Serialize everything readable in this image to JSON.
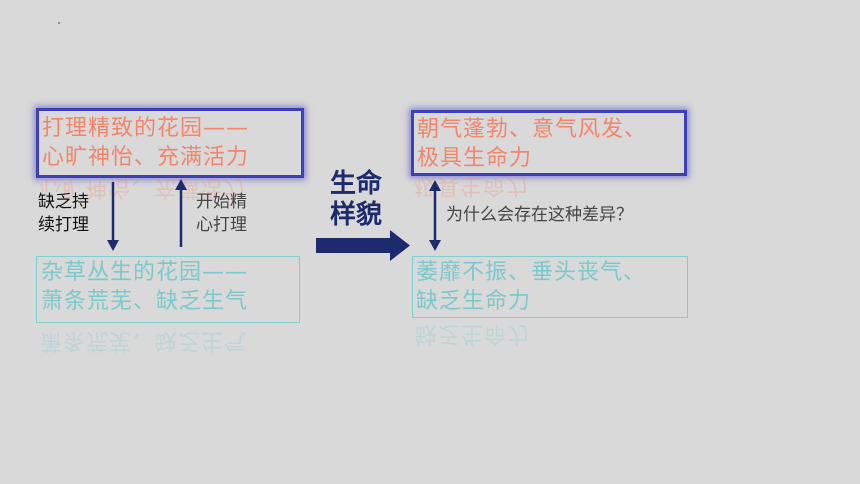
{
  "boxes": {
    "top_left": {
      "line1": "打理精致的花园——",
      "line2": "心旷神怡、充满活力"
    },
    "bottom_left": {
      "line1": "杂草丛生的花园——",
      "line2": "萧条荒芜、缺乏生气"
    },
    "top_right": {
      "line1": "朝气蓬勃、意气风发、",
      "line2": "极具生命力"
    },
    "bottom_right": {
      "line1": "萎靡不振、垂头丧气、",
      "line2": "缺乏生命力"
    }
  },
  "labels": {
    "lack_care": {
      "line1": "缺乏持",
      "line2": "续打理"
    },
    "start_care": {
      "line1": "开始精",
      "line2": "心打理"
    },
    "life_look": {
      "line1": "生命",
      "line2": "样貌"
    },
    "question": "为什么会存在这种差异？"
  },
  "colors": {
    "background": "#d9d9d9",
    "positive_text": "#f2856c",
    "negative_text": "#7cc9cc",
    "highlight_border": "#3f3fb8",
    "arrow": "#1e2a6e"
  }
}
